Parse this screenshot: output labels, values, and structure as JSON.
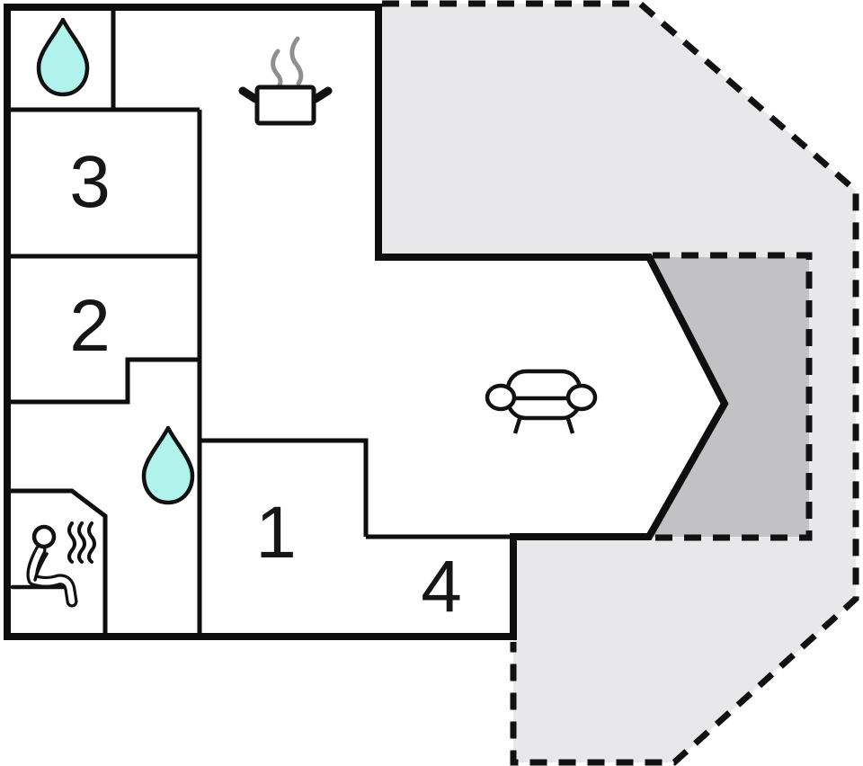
{
  "page": {
    "type": "floor-plan"
  },
  "colors": {
    "background": "#ffffff",
    "wall": "#0e0e0e",
    "terrace_fill": "#e8e8ea",
    "veranda_fill": "#c2c2c4",
    "water_drop_fill": "#b0f2ec",
    "pot_steam": "#8f8f8f",
    "icon_stroke": "#111111"
  },
  "rooms": [
    {
      "id": "room-1",
      "label": "1"
    },
    {
      "id": "room-2",
      "label": "2"
    },
    {
      "id": "room-3",
      "label": "3"
    },
    {
      "id": "room-4",
      "label": "4"
    }
  ],
  "icons": [
    {
      "name": "water-drop-icon",
      "area": "bathroom-upper"
    },
    {
      "name": "water-drop-icon",
      "area": "bathroom-lower"
    },
    {
      "name": "cooking-pot-icon",
      "area": "kitchen"
    },
    {
      "name": "sofa-icon",
      "area": "living-area"
    },
    {
      "name": "sauna-icon",
      "area": "sauna-room"
    }
  ]
}
